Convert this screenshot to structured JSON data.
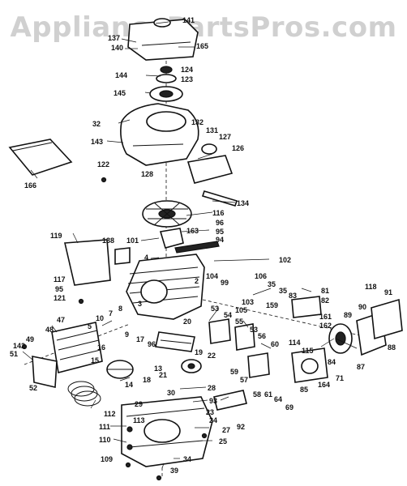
{
  "watermark": "AppliancePartsPros.com",
  "callouts": {
    "c141": "141",
    "c137": "137",
    "c140": "140",
    "c165": "165",
    "c124": "124",
    "c144": "144",
    "c123": "123",
    "c145": "145",
    "c132": "132",
    "c32": "32",
    "c131": "131",
    "c127": "127",
    "c126": "126",
    "c143": "143",
    "c122": "122",
    "c128": "128",
    "c166": "166",
    "c134": "134",
    "c116": "116",
    "c96": "96",
    "c95a": "95",
    "c94": "94",
    "c119": "119",
    "c138": "138",
    "c101": "101",
    "c163": "163",
    "c4": "4",
    "c102": "102",
    "c117": "117",
    "c95b": "95",
    "c121": "121",
    "c104": "104",
    "c99": "99",
    "c106": "106",
    "c103": "103",
    "c35a": "35",
    "c35b": "35",
    "c105": "105",
    "c83": "83",
    "c81": "81",
    "c82": "82",
    "c118": "118",
    "c91": "91",
    "c47": "47",
    "c48": "48",
    "c49": "49",
    "c142": "142",
    "c51": "51",
    "c52": "52",
    "c10": "10",
    "c7": "7",
    "c8": "8",
    "c5": "5",
    "c53": "53",
    "c54": "54",
    "c55": "55",
    "c53b": "53",
    "c159": "159",
    "c161": "161",
    "c162": "162",
    "c89": "89",
    "c90": "90",
    "c20": "20",
    "c56": "56",
    "c2": "2",
    "c88": "88",
    "c9": "9",
    "c17": "17",
    "c96b": "96",
    "c19": "19",
    "c22": "22",
    "c59": "59",
    "c60": "60",
    "c114": "114",
    "c115": "115",
    "c84": "84",
    "c87": "87",
    "c16": "16",
    "c15": "15",
    "c14": "14",
    "c13": "13",
    "c18": "18",
    "c21": "21",
    "c71": "71",
    "c164": "164",
    "c85": "85",
    "c57": "57",
    "c58": "58",
    "c61": "61",
    "c64": "64",
    "c69": "69",
    "c28": "28",
    "c30": "30",
    "c93": "93",
    "c29": "29",
    "c23": "23",
    "c92": "92",
    "c112": "112",
    "c113": "113",
    "c111": "111",
    "c24": "24",
    "c27": "27",
    "c110": "110",
    "c25": "25",
    "c109": "109",
    "c34": "34",
    "c39": "39",
    "c3": "3"
  }
}
